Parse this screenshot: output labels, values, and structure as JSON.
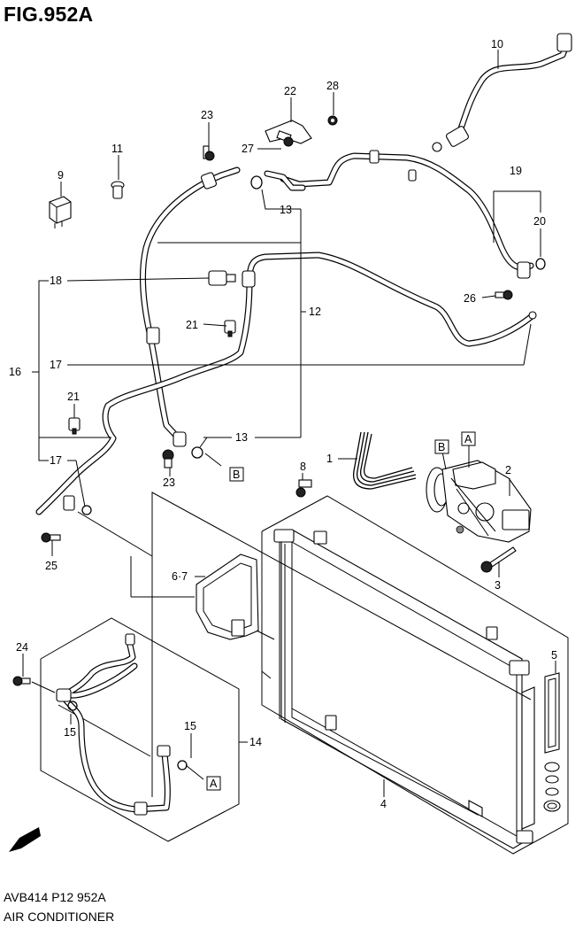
{
  "figure": {
    "title": "FIG.952A",
    "code": "AVB414 P12 952A",
    "name": "AIR CONDITIONER"
  },
  "callouts": {
    "c1": "1",
    "c2": "2",
    "c3": "3",
    "c4": "4",
    "c5": "5",
    "c67": "6·7",
    "c8": "8",
    "c9": "9",
    "c10": "10",
    "c11": "11",
    "c12": "12",
    "c13a": "13",
    "c13b": "13",
    "c14": "14",
    "c15a": "15",
    "c15b": "15",
    "c16": "16",
    "c17a": "17",
    "c17b": "17",
    "c18": "18",
    "c19": "19",
    "c20": "20",
    "c21a": "21",
    "c21b": "21",
    "c22": "22",
    "c23a": "23",
    "c23b": "23",
    "c24": "24",
    "c25": "25",
    "c26": "26",
    "c27": "27",
    "c28": "28"
  },
  "ref_boxes": {
    "a_top": "A",
    "a_bottom": "A",
    "b_top": "B",
    "b_left": "B"
  },
  "fwd_label": "FWD"
}
